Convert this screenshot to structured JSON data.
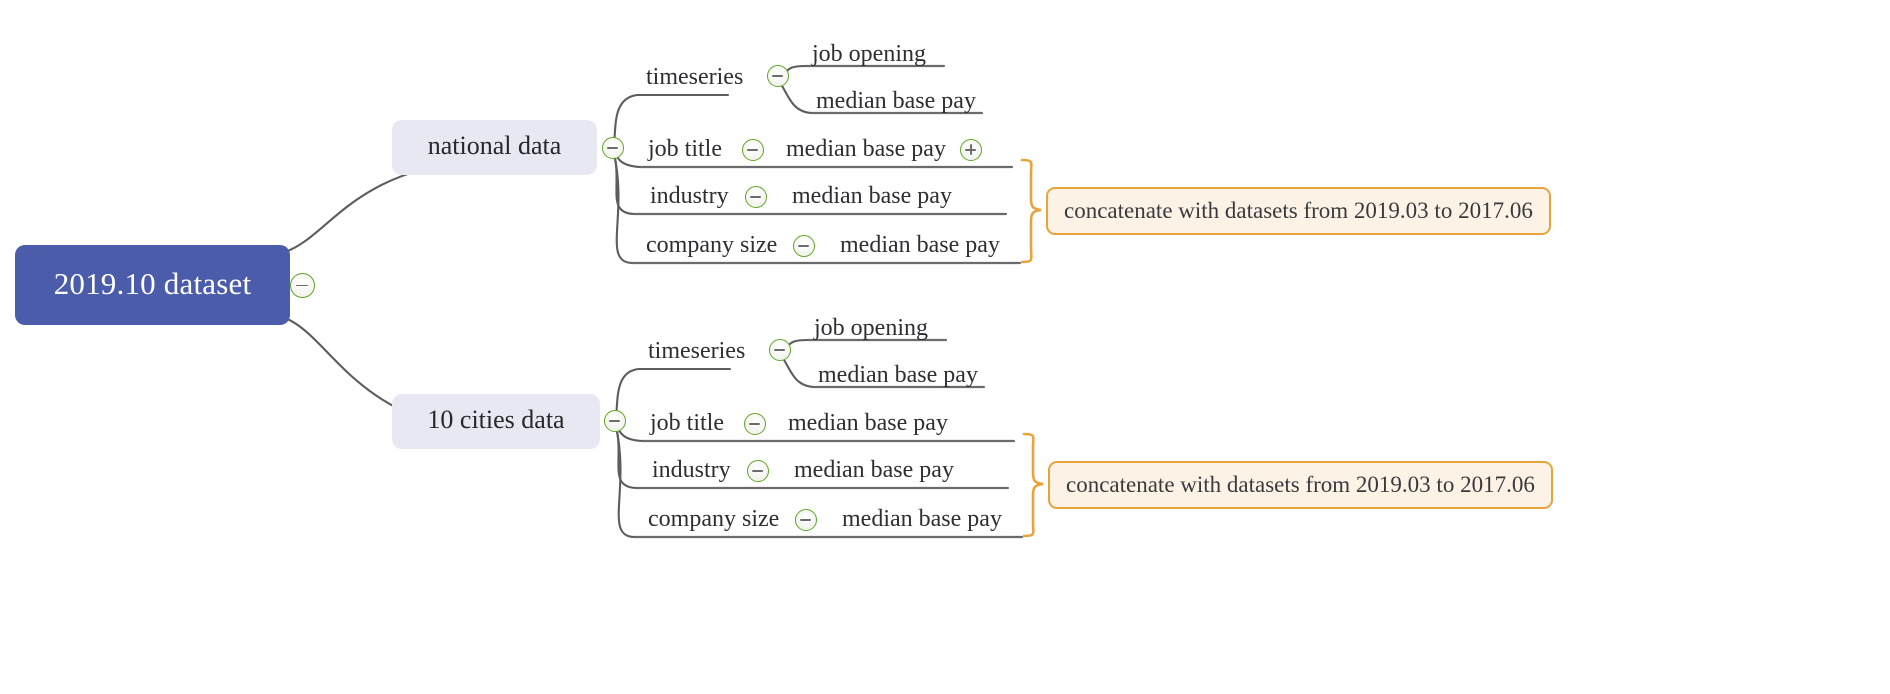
{
  "diagram": {
    "title": "2019.10 dataset mind map",
    "colors": {
      "root_fill": "#4a5caa",
      "root_text": "#ffffff",
      "branch_fill": "#e8e8f3",
      "branch_text": "#28282b",
      "leaf_text": "#2f2f33",
      "connector": "#5d5d5d",
      "underline": "#6b6b6b",
      "toggle_ring": "#62a526",
      "toggle_glyph": "#6c6c6c",
      "callout_fill": "#fcf3e6",
      "callout_border": "#e8a43c",
      "brace": "#e8a43c",
      "background": "#ffffff"
    }
  },
  "root": {
    "label": "2019.10 dataset",
    "toggle": "minus"
  },
  "branches": [
    {
      "id": "national",
      "label": "national data",
      "toggle": "minus",
      "children": [
        {
          "id": "national-timeseries",
          "label": "timeseries",
          "toggle": "minus",
          "leaves": [
            {
              "label": "job opening"
            },
            {
              "label": "median base pay"
            }
          ]
        },
        {
          "id": "national-job-title",
          "label": "job title",
          "toggle": "minus",
          "leaf": "median base pay",
          "leaf_toggle": "plus"
        },
        {
          "id": "national-industry",
          "label": "industry",
          "toggle": "minus",
          "leaf": "median base pay",
          "leaf_toggle": null
        },
        {
          "id": "national-company-size",
          "label": "company size",
          "toggle": "minus",
          "leaf": "median base pay",
          "leaf_toggle": null
        }
      ],
      "callout": "concatenate with datasets from 2019.03 to 2017.06"
    },
    {
      "id": "cities",
      "label": "10 cities data",
      "toggle": "minus",
      "children": [
        {
          "id": "cities-timeseries",
          "label": "timeseries",
          "toggle": "minus",
          "leaves": [
            {
              "label": "job opening"
            },
            {
              "label": "median base pay"
            }
          ]
        },
        {
          "id": "cities-job-title",
          "label": "job title",
          "toggle": "minus",
          "leaf": "median base pay",
          "leaf_toggle": null
        },
        {
          "id": "cities-industry",
          "label": "industry",
          "toggle": "minus",
          "leaf": "median base pay",
          "leaf_toggle": null
        },
        {
          "id": "cities-company-size",
          "label": "company size",
          "toggle": "minus",
          "leaf": "median base pay",
          "leaf_toggle": null
        }
      ],
      "callout": "concatenate with datasets from 2019.03 to 2017.06"
    }
  ]
}
